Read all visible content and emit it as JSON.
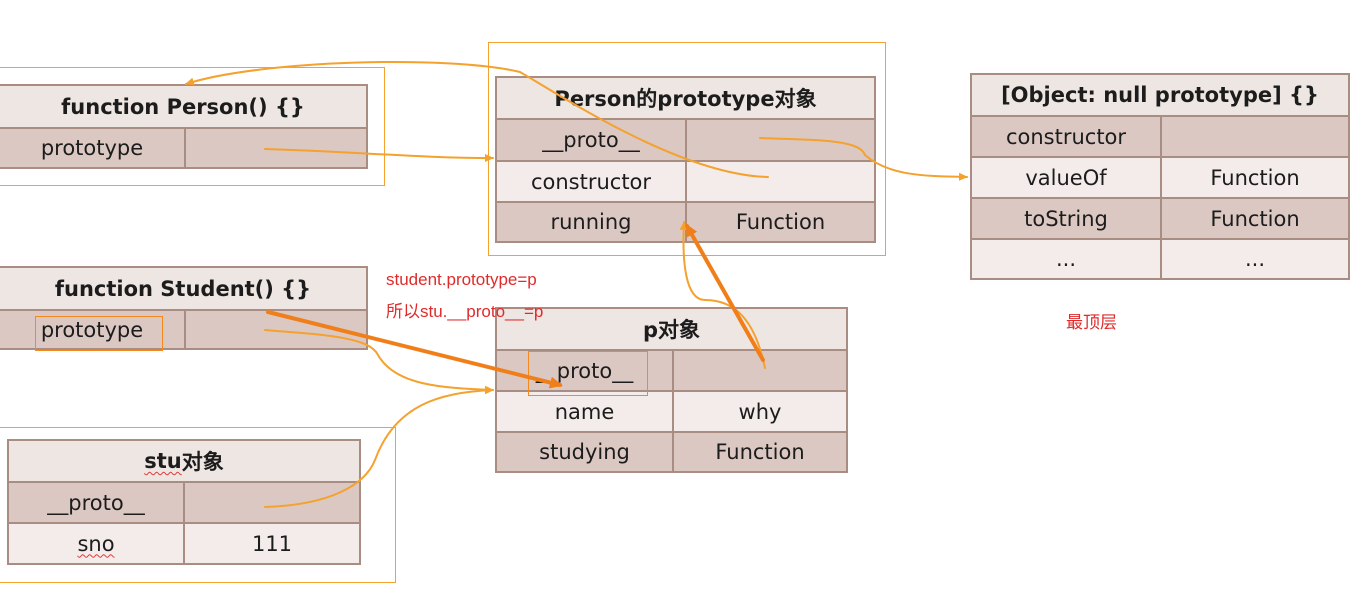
{
  "person_fn": {
    "title": "function Person() {}",
    "rows": [
      {
        "key": "prototype",
        "value": ""
      }
    ]
  },
  "person_proto": {
    "title": "Person的prototype对象",
    "rows": [
      {
        "key": "__proto__",
        "value": ""
      },
      {
        "key": "constructor",
        "value": ""
      },
      {
        "key": "running",
        "value": "Function"
      }
    ]
  },
  "object_proto": {
    "title": "[Object: null prototype] {}",
    "rows": [
      {
        "key": "constructor",
        "value": ""
      },
      {
        "key": "valueOf",
        "value": "Function"
      },
      {
        "key": "toString",
        "value": "Function"
      },
      {
        "key": "...",
        "value": "..."
      }
    ]
  },
  "student_fn": {
    "title": "function Student() {}",
    "rows": [
      {
        "key": "prototype",
        "value": ""
      }
    ]
  },
  "p_obj": {
    "title": "p对象",
    "rows": [
      {
        "key": "__proto__",
        "value": ""
      },
      {
        "key": "name",
        "value": "why"
      },
      {
        "key": "studying",
        "value": "Function"
      }
    ]
  },
  "stu_obj": {
    "title_prefix": "stu",
    "title_suffix": "对象",
    "rows": [
      {
        "key": "__proto__",
        "value": ""
      },
      {
        "key": "sno",
        "value": "111"
      }
    ]
  },
  "notes": {
    "line1": "student.prototype=p",
    "line2": "所以stu.__proto__=p",
    "top_label": "最顶层"
  },
  "colors": {
    "arrow": "#f5a12e",
    "arrow_strong": "#f07f1a",
    "frame": "#f5a12e",
    "note": "#e02b2b"
  }
}
